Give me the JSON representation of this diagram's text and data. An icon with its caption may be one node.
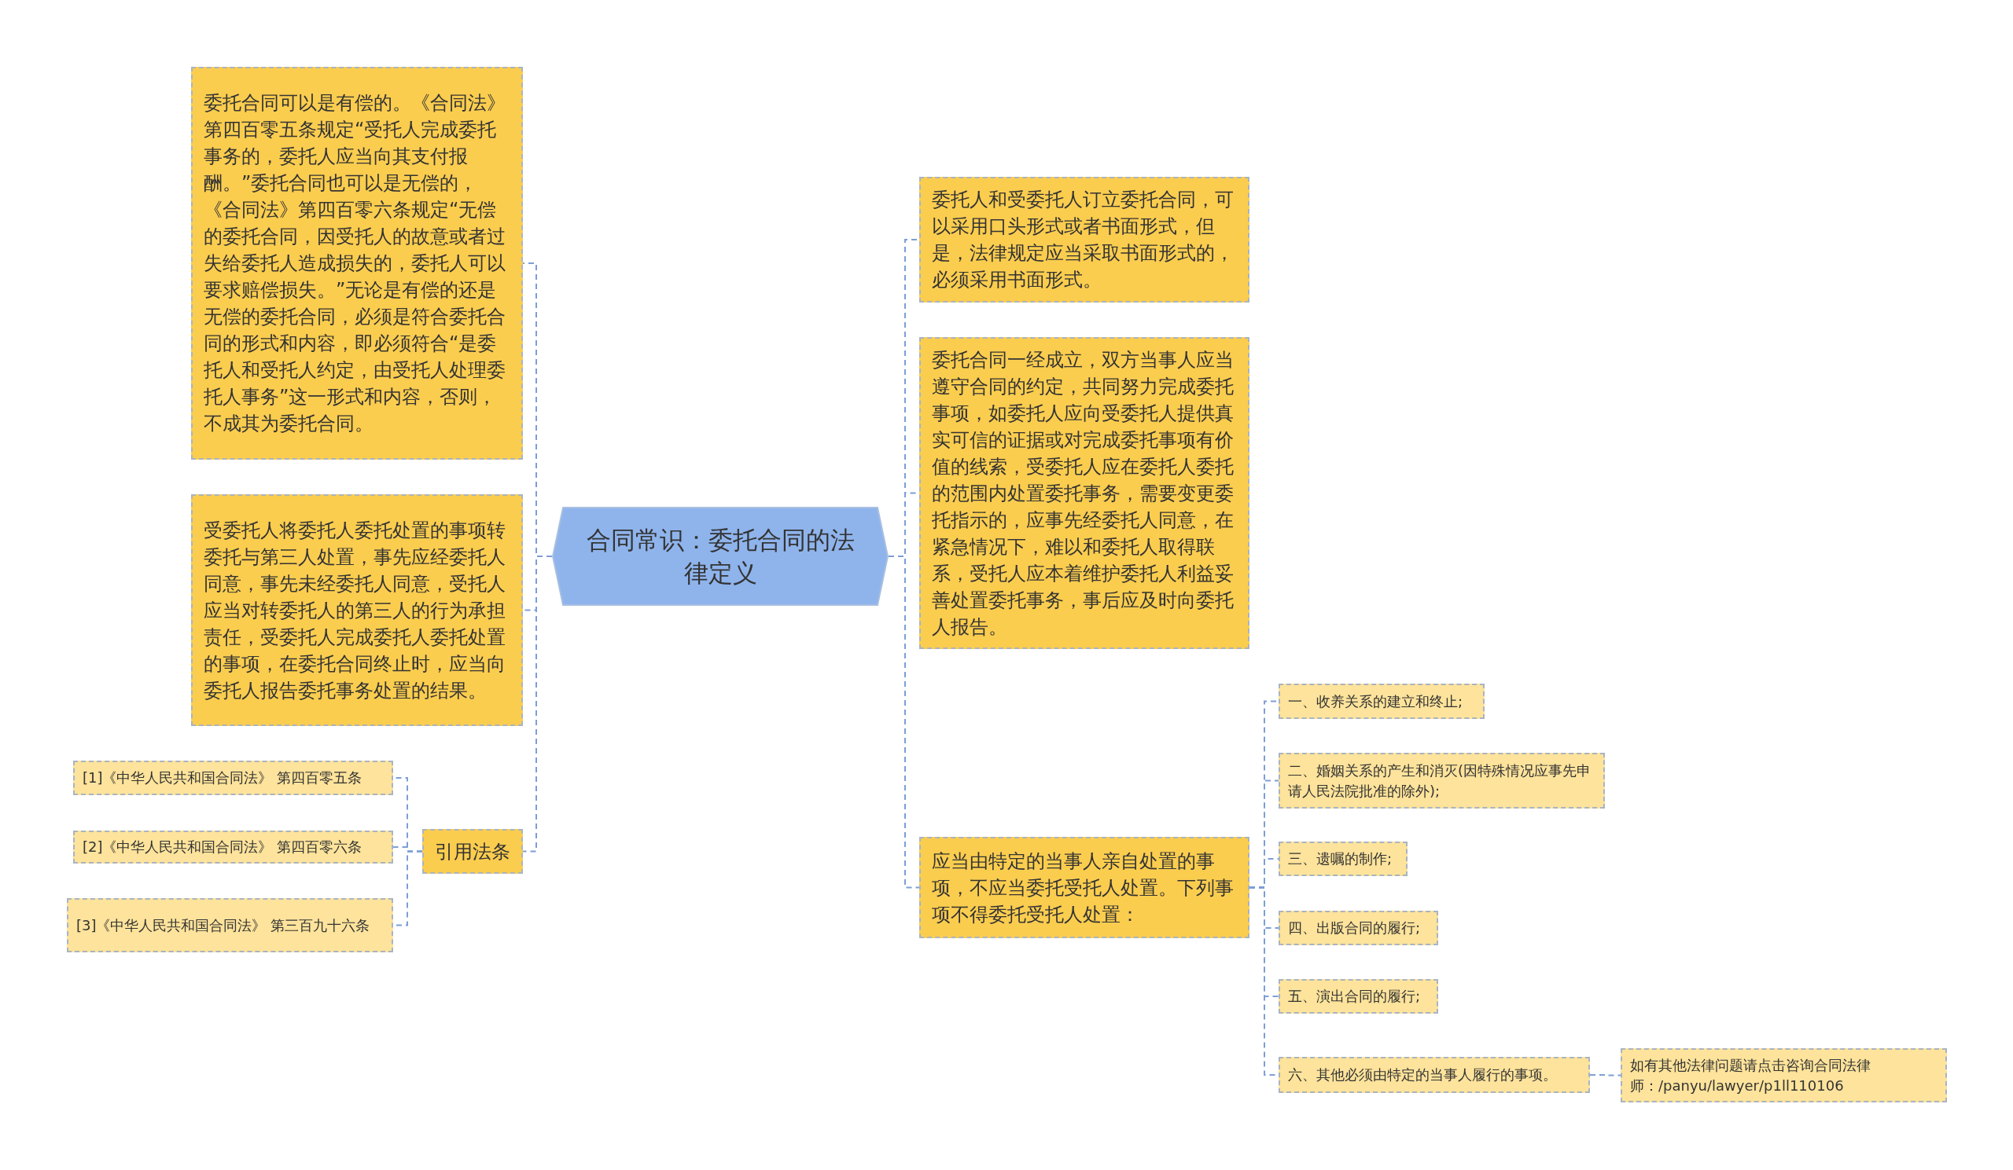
{
  "diagram": {
    "nodes": [
      {
        "text": [
          "合同常识：委托合同的法律定义"
        ]
      },
      {
        "text": [
          "委托合同可以是有偿的。《合同法》第四百零五条规定“受托人完成委托事务的，委托人应当向其支付报酬。”委托合同也可以是无偿的，《合同法》第四百零六条规定“无偿的委托合同，因受托人的故意或者过失给委托人造成损失的，委托人可以要求赔偿损失。”无论是有偿的还是无偿的委托合同，必须是符合委托合同的形式和内容，即必须符合“是委托人和受托人约定，由受托人处理委托人事务”这一形式和内容，否则，不成其为委托合同。"
        ]
      },
      {
        "text": [
          "受委托人将委托人委托处置的事项转委托与第三人处置，事先应经委托人同意，事先未经委托人同意，受托人应当对转委托人的第三人的行为承担责任，受委托人完成委托人委托处置的事项，在委托合同终止时，应当向委托人报告委托事务处置的结果。"
        ]
      },
      {
        "text": [
          "引用法条"
        ]
      },
      {
        "text": [
          "[1]《中华人民共和国合同法》 第四百零五条"
        ]
      },
      {
        "text": [
          "[2]《中华人民共和国合同法》 第四百零六条"
        ]
      },
      {
        "text": [
          "[3]《中华人民共和国合同法》 第三百九十六条"
        ]
      },
      {
        "text": [
          "委托人和受委托人订立委托合同，可以采用口头形式或者书面形式，但是，法律规定应当采取书面形式的，必须采用书面形式。"
        ]
      },
      {
        "text": [
          "委托合同一经成立，双方当事人应当遵守合同的约定，共同努力完成委托事项，如委托人应向受委托人提供真实可信的证据或对完成委托事项有价值的线索，受委托人应在委托人委托的范围内处置委托事务，需要变更委托指示的，应事先经委托人同意，在紧急情况下，难以和委托人取得联系，受托人应本着维护委托人利益妥善处置委托事务，事后应及时向委托人报告。"
        ]
      },
      {
        "text": [
          "应当由特定的当事人亲自处置的事项，不应当委托受托人处置。下列事项不得委托受托人处置："
        ]
      },
      {
        "text": [
          "一、收养关系的建立和终止;"
        ]
      },
      {
        "text": [
          "二、婚姻关系的产生和消灭(因特殊情况应事先申请人民法院批准的除外);"
        ]
      },
      {
        "text": [
          "三、遗嘱的制作;"
        ]
      },
      {
        "text": [
          "四、出版合同的履行;"
        ]
      },
      {
        "text": [
          "五、演出合同的履行;"
        ]
      },
      {
        "text": [
          "六、其他必须由特定的当事人履行的事项。"
        ]
      },
      {
        "text": [
          "如有其他法律问题请点击咨询合同法律师：/panyu/lawyer/p1ll110106"
        ]
      }
    ],
    "edges": [
      {
        "from": 0,
        "to": 1,
        "arrow": "none",
        "style": "dashed"
      },
      {
        "from": 0,
        "to": 2,
        "arrow": "none",
        "style": "dashed"
      },
      {
        "from": 0,
        "to": 3,
        "arrow": "none",
        "style": "dashed"
      },
      {
        "from": 3,
        "to": 4,
        "arrow": "none",
        "style": "dashed"
      },
      {
        "from": 3,
        "to": 5,
        "arrow": "none",
        "style": "dashed"
      },
      {
        "from": 3,
        "to": 6,
        "arrow": "none",
        "style": "dashed"
      },
      {
        "from": 0,
        "to": 7,
        "arrow": "none",
        "style": "dashed"
      },
      {
        "from": 0,
        "to": 8,
        "arrow": "none",
        "style": "dashed"
      },
      {
        "from": 0,
        "to": 9,
        "arrow": "none",
        "style": "dashed"
      },
      {
        "from": 9,
        "to": 10,
        "arrow": "none",
        "style": "dashed"
      },
      {
        "from": 9,
        "to": 11,
        "arrow": "none",
        "style": "dashed"
      },
      {
        "from": 9,
        "to": 12,
        "arrow": "none",
        "style": "dashed"
      },
      {
        "from": 9,
        "to": 13,
        "arrow": "none",
        "style": "dashed"
      },
      {
        "from": 9,
        "to": 14,
        "arrow": "none",
        "style": "dashed"
      },
      {
        "from": 9,
        "to": 15,
        "arrow": "none",
        "style": "dashed"
      },
      {
        "from": 15,
        "to": 16,
        "arrow": "none",
        "style": "dashed"
      }
    ]
  }
}
